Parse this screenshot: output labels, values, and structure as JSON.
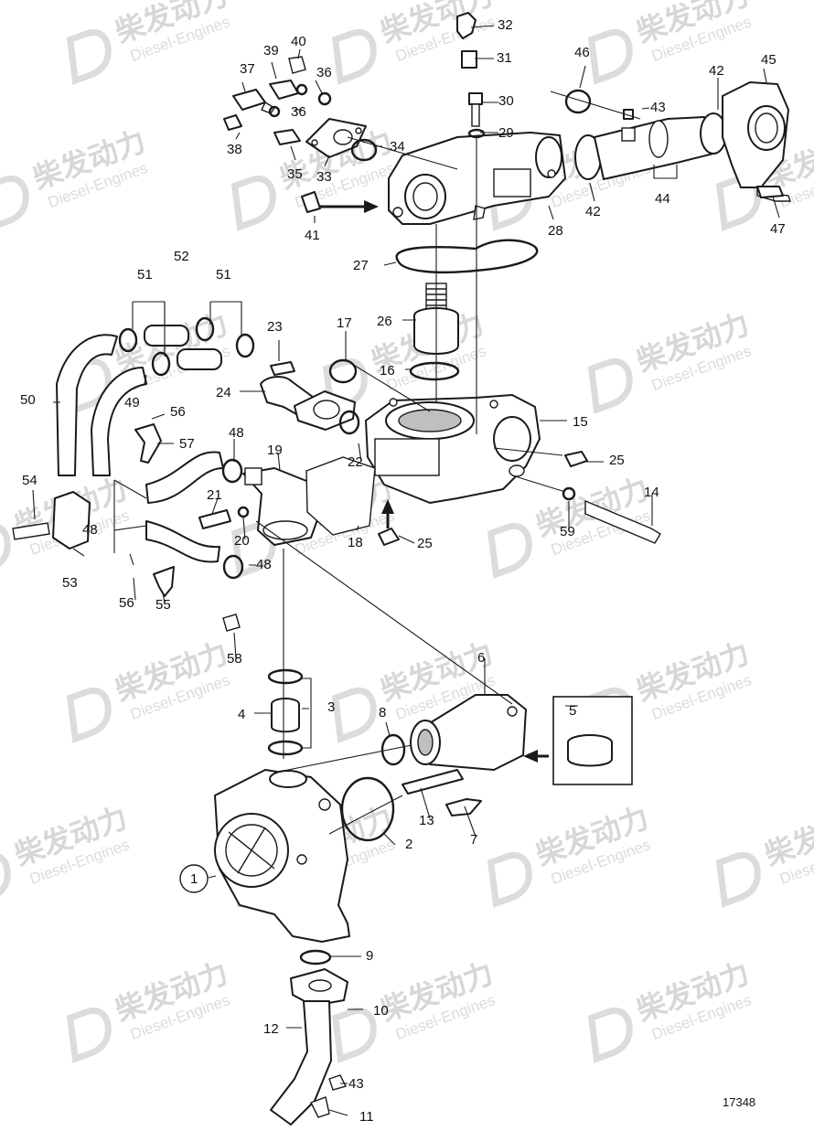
{
  "watermark": {
    "brand_cn": "柴发动力",
    "brand_en": "Diesel-Engines"
  },
  "diagram": {
    "reference_number": "17348",
    "callouts": [
      "1",
      "2",
      "3",
      "4",
      "5",
      "6",
      "7",
      "8",
      "9",
      "10",
      "11",
      "12",
      "13",
      "14",
      "15",
      "16",
      "17",
      "18",
      "19",
      "20",
      "21",
      "22",
      "23",
      "24",
      "25",
      "25",
      "26",
      "27",
      "28",
      "29",
      "30",
      "31",
      "32",
      "33",
      "34",
      "35",
      "36",
      "36",
      "37",
      "38",
      "39",
      "40",
      "41",
      "42",
      "42",
      "43",
      "43",
      "44",
      "45",
      "46",
      "47",
      "48",
      "48",
      "48",
      "49",
      "50",
      "51",
      "51",
      "52",
      "53",
      "54",
      "55",
      "56",
      "56",
      "57",
      "58",
      "59"
    ]
  }
}
